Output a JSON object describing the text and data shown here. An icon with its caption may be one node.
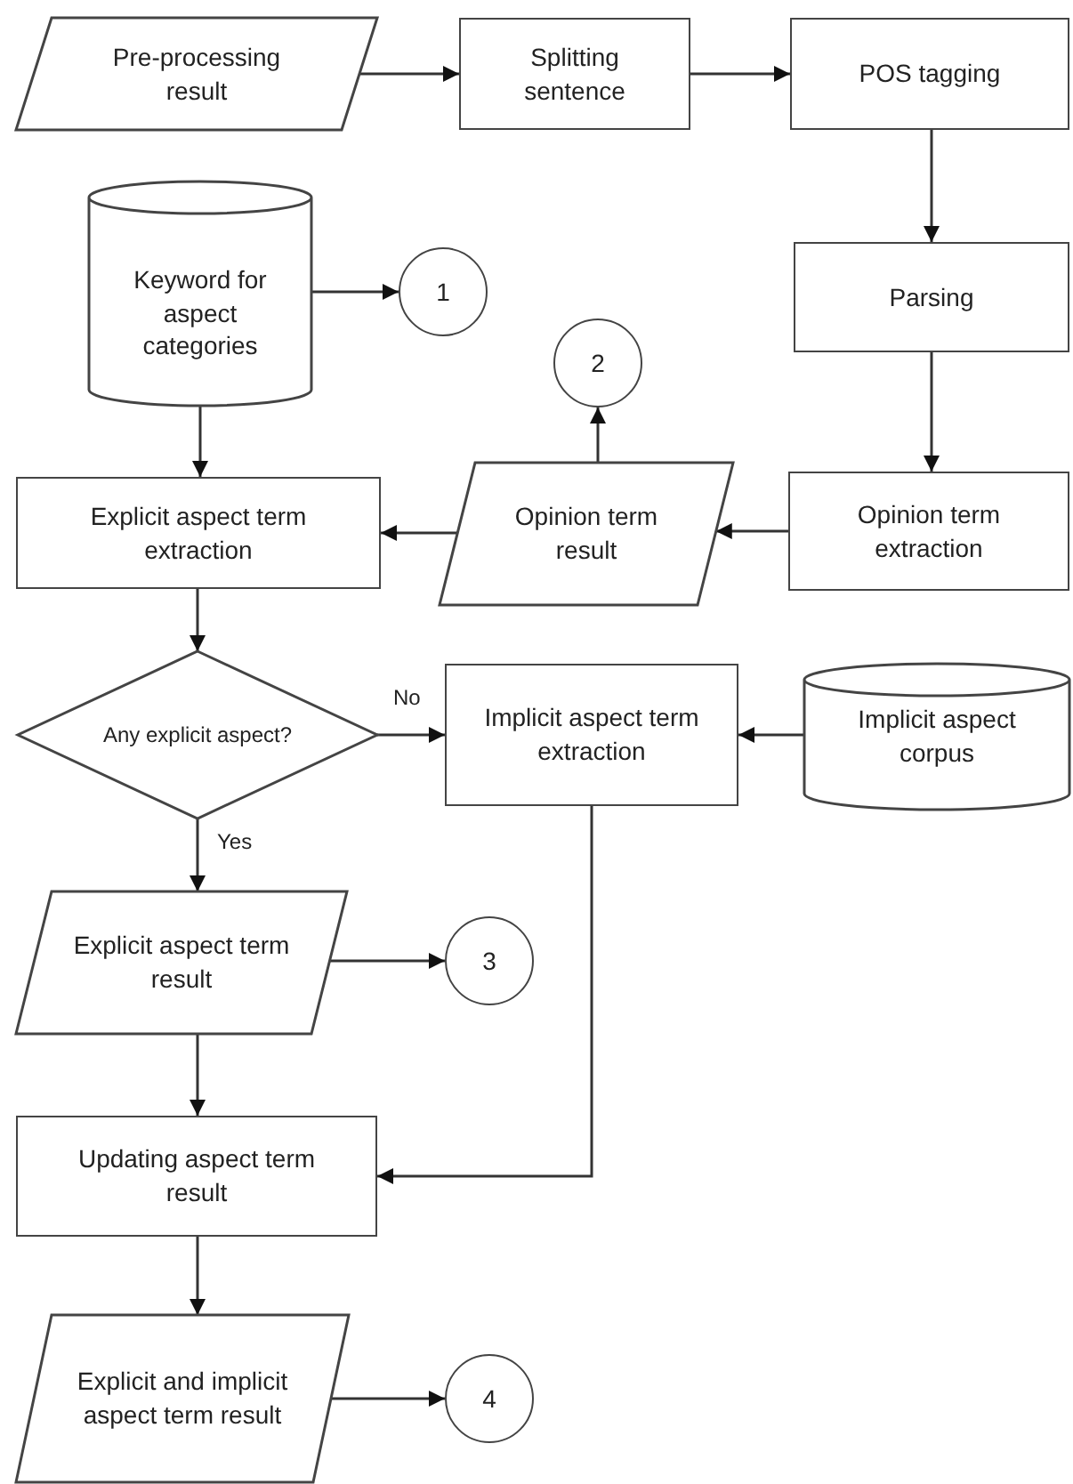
{
  "diagram": {
    "nodes": [
      {
        "text": [
          "Pre-processing result"
        ]
      },
      {
        "text": [
          "Splitting sentence"
        ]
      },
      {
        "text": [
          "POS tagging"
        ]
      },
      {
        "text": [
          "Keyword for aspect categories"
        ]
      },
      {
        "text": [
          "1"
        ]
      },
      {
        "text": [
          "Parsing"
        ]
      },
      {
        "text": [
          "2"
        ]
      },
      {
        "text": [
          "Explicit aspect term extraction"
        ]
      },
      {
        "text": [
          "Opinion term result"
        ]
      },
      {
        "text": [
          "Opinion term extraction"
        ]
      },
      {
        "text": [
          "Any explicit aspect?"
        ]
      },
      {
        "text": [
          "Implicit aspect term extraction"
        ]
      },
      {
        "text": [
          "Implicit aspect corpus"
        ]
      },
      {
        "text": [
          "Explicit aspect term result"
        ]
      },
      {
        "text": [
          "3"
        ]
      },
      {
        "text": [
          "Updating aspect term result"
        ]
      },
      {
        "text": [
          "Explicit and implicit aspect term result"
        ]
      },
      {
        "text": [
          "4"
        ]
      }
    ],
    "edges": [
      {
        "from": 0,
        "to": 1,
        "arrow": "to"
      },
      {
        "from": 1,
        "to": 2,
        "arrow": "to"
      },
      {
        "from": 2,
        "to": 5,
        "arrow": "to"
      },
      {
        "from": 3,
        "to": 4,
        "arrow": "to"
      },
      {
        "from": 5,
        "to": 9,
        "arrow": "to"
      },
      {
        "from": 8,
        "to": 6,
        "arrow": "to"
      },
      {
        "from": 3,
        "to": 7,
        "arrow": "to"
      },
      {
        "from": 9,
        "to": 8,
        "arrow": "to"
      },
      {
        "from": 8,
        "to": 7,
        "arrow": "to"
      },
      {
        "from": 7,
        "to": 10,
        "arrow": "to"
      },
      {
        "from": 10,
        "to": 11,
        "arrow": "to",
        "label": "No"
      },
      {
        "from": 12,
        "to": 11,
        "arrow": "to"
      },
      {
        "from": 10,
        "to": 13,
        "arrow": "to",
        "label": "Yes"
      },
      {
        "from": 13,
        "to": 14,
        "arrow": "to"
      },
      {
        "from": 13,
        "to": 15,
        "arrow": "to"
      },
      {
        "from": 11,
        "to": 15,
        "arrow": "to"
      },
      {
        "from": 15,
        "to": 16,
        "arrow": "to"
      },
      {
        "from": 16,
        "to": 17,
        "arrow": "to"
      }
    ]
  }
}
